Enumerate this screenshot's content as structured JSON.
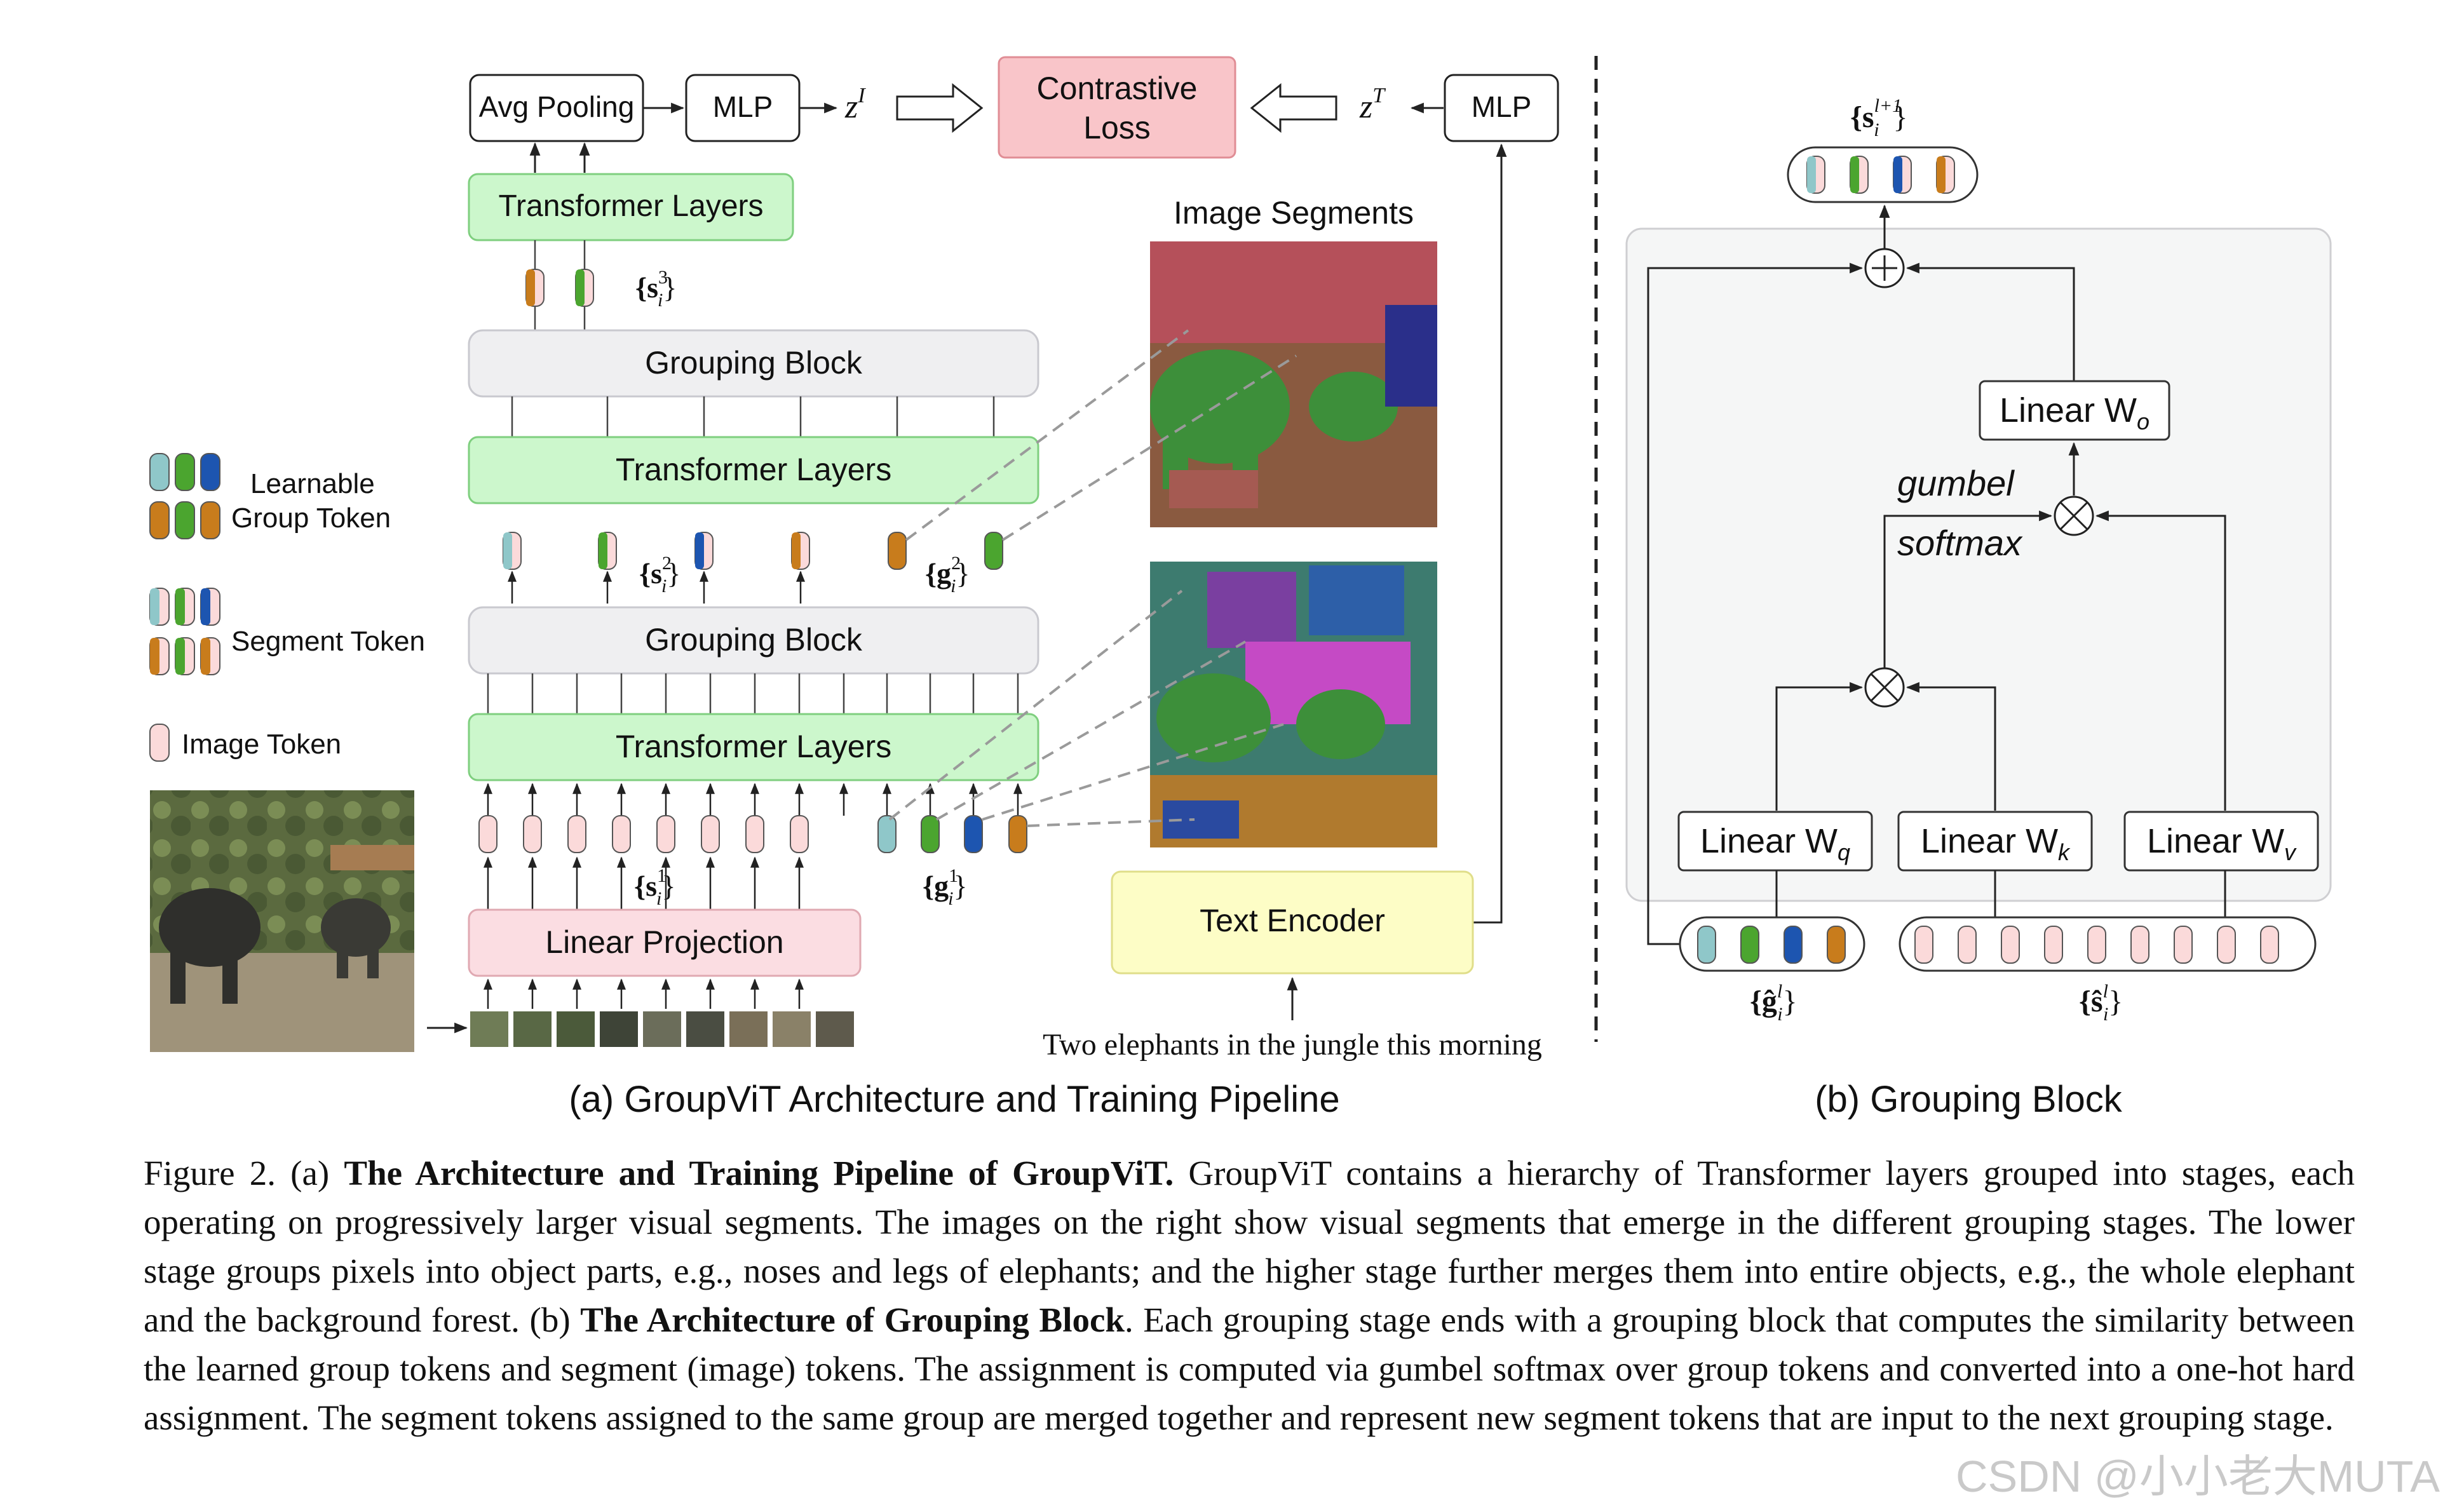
{
  "left": {
    "avg_pooling": "Avg Pooling",
    "mlp_img": "MLP",
    "z_img": "z",
    "z_img_sup": "I",
    "contrastive_l1": "Contrastive",
    "contrastive_l2": "Loss",
    "z_txt": "z",
    "z_txt_sup": "T",
    "mlp_txt": "MLP",
    "image_segments": "Image Segments",
    "transformer_layers": "Transformer Layers",
    "grouping_block": "Grouping Block",
    "linear_projection": "Linear Projection",
    "text_encoder": "Text Encoder",
    "text_input": "Two elephants in the jungle this morning",
    "s3": "{s",
    "s3_sup": "3",
    "s3_sub": "i",
    "s2": "{s",
    "s2_sup": "2",
    "s2_sub": "i",
    "g2": "{g",
    "g2_sup": "2",
    "g2_sub": "i",
    "s1": "{s",
    "s1_sup": "1",
    "s1_sub": "i",
    "g1": "{g",
    "g1_sup": "1",
    "g1_sub": "i",
    "brace_close": "}",
    "caption": "(a) GroupViT Architecture and Training Pipeline"
  },
  "legend": {
    "learnable_l1": "Learnable",
    "learnable_l2": "Group Token",
    "segment": "Segment Token",
    "image": "Image Token"
  },
  "right": {
    "s_next": "{s",
    "s_next_sup": "l+1",
    "s_next_sub": "i",
    "linear_wo": "Linear W",
    "wo_sub": "o",
    "gumbel": "gumbel",
    "softmax": "softmax",
    "linear_wq": "Linear W",
    "wq_sub": "q",
    "linear_wk": "Linear W",
    "wk_sub": "k",
    "linear_wv": "Linear W",
    "wv_sub": "v",
    "g_hat": "{ĝ",
    "g_hat_sup": "l",
    "g_hat_sub": "i",
    "s_hat": "{ŝ",
    "s_hat_sup": "l",
    "s_hat_sub": "i",
    "brace_close": "}",
    "caption": "(b) Grouping Block"
  },
  "figure_caption": {
    "label": "Figure 2. (a) ",
    "bold1": "The Architecture and Training Pipeline of GroupViT.",
    "text1": " GroupViT contains a hierarchy of Transformer layers grouped into stages, each operating on progressively larger visual segments. The images on the right show visual segments that emerge in the different grouping stages. The lower stage groups pixels into object parts, e.g., noses and legs of elephants; and the higher stage further merges them into entire objects, e.g., the whole elephant and the background forest.  (b) ",
    "bold2": "The Architecture of Grouping Block",
    "text2": ". Each grouping stage ends with a grouping block that computes the similarity between the learned group tokens and segment (image) tokens. The assignment is computed via gumbel softmax over group tokens and converted into a one-hot hard assignment. The segment tokens assigned to the same group are merged together and represent new segment tokens that are input to the next grouping stage."
  },
  "watermark": "CSDN @小小老大MUTA",
  "colors": {
    "transformer_fill": "#ccf7cc",
    "transformer_stroke": "#7fcf7f",
    "grouping_fill": "#efeff1",
    "contrastive_fill": "#f9c5c9",
    "projection_fill": "#fbdde2",
    "text_encoder_fill": "#fdfdc6",
    "token_image": "#fbdada",
    "token_teal": "#8fc7c9",
    "token_green": "#4ba52f",
    "token_blue": "#1d55b0",
    "token_orange": "#c87c1c",
    "panel_fill": "#f5f6f6"
  }
}
